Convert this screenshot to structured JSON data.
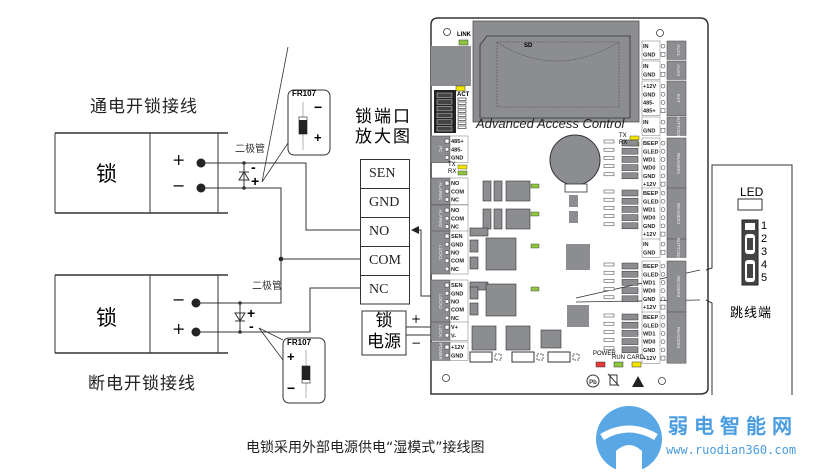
{
  "diagram": {
    "caption": "电锁采用外部电源供电“湿模式”接线图",
    "top_wiring": {
      "title": "通电开锁接线",
      "lock_label": "锁",
      "terminal_plus": "+",
      "terminal_minus": "−",
      "diode_label": "二极管",
      "diode_minus": "-",
      "diode_plus": "+",
      "callout_part": "FR107",
      "callout_minus": "−",
      "callout_plus": "+"
    },
    "bottom_wiring": {
      "title": "断电开锁接线",
      "lock_label": "锁",
      "terminal_minus": "−",
      "terminal_plus": "+",
      "diode_label": "二极管",
      "diode_plus": "+",
      "diode_minus": "-",
      "callout_part": "FR107",
      "callout_plus": "+",
      "callout_minus": "−"
    },
    "port_zoom": {
      "title_line1": "锁端口",
      "title_line2": "放大图",
      "terminals": [
        "SEN",
        "GND",
        "NO",
        "COM",
        "NC"
      ]
    },
    "lock_power": {
      "line1": "锁",
      "line2": "电源",
      "plus": "+",
      "minus": "−"
    },
    "jumper": {
      "led_label": "LED",
      "pins": [
        "1",
        "2",
        "3",
        "4",
        "5"
      ],
      "label": "跳线端"
    },
    "board": {
      "brand_text": "Advanced Access Control",
      "sd_label": "SD",
      "link_label": "LINK",
      "act_label": "ACT",
      "tx_label": "TX",
      "rx_label": "RX",
      "power_led": "POWER",
      "run_led": "RUN",
      "card_led": "CARD",
      "left_blocks": [
        {
          "name": "PC",
          "pins": [
            "485+",
            "485-",
            "GND"
          ]
        },
        {
          "name": "ALARM1",
          "pins": [
            "NO",
            "COM",
            "NC"
          ]
        },
        {
          "name": "ALARM2",
          "pins": [
            "NO",
            "COM",
            "NC"
          ]
        },
        {
          "name": "LOCK1",
          "pins": [
            "SEN",
            "GND",
            "NO",
            "COM",
            "NC"
          ]
        },
        {
          "name": "LOCK2",
          "pins": [
            "SEN",
            "GND",
            "NO",
            "COM",
            "NC"
          ]
        },
        {
          "name": "LOCK",
          "pins": [
            "V+",
            "V-"
          ]
        },
        {
          "name": "POWER",
          "pins": [
            "+12V",
            "GND"
          ]
        }
      ],
      "right_blocks": [
        {
          "name": "AUX1",
          "pins": [
            "IN",
            "GND"
          ]
        },
        {
          "name": "AUX2",
          "pins": [
            "IN",
            "GND"
          ]
        },
        {
          "name": "EXT",
          "pins": [
            "+12V",
            "GND",
            "485-",
            "485+"
          ]
        },
        {
          "name": "BUTTON1",
          "pins": [
            "IN",
            "GND"
          ]
        },
        {
          "name": "READER1",
          "pins": [
            "BEEP",
            "GLED",
            "WD1",
            "WD0",
            "GND",
            "+12V"
          ]
        },
        {
          "name": "READER2",
          "pins": [
            "BEEP",
            "GLED",
            "WD1",
            "WD0",
            "GND",
            "+12V"
          ]
        },
        {
          "name": "BUTTON2",
          "pins": [
            "IN",
            "GND"
          ]
        },
        {
          "name": "READER3",
          "pins": [
            "BEEP",
            "GLED",
            "WD1",
            "WD0",
            "GND",
            "+12V"
          ]
        },
        {
          "name": "READER4",
          "pins": [
            "BEEP",
            "GLED",
            "WD1",
            "WD0",
            "GND",
            "+12V"
          ]
        }
      ]
    },
    "watermark": {
      "brand": "弱电智能网",
      "url": "www.ruodian360.com"
    },
    "colors": {
      "line": "#333333",
      "board_panel": "#8c8d90",
      "led_green": "#8dc63f",
      "led_yellow": "#f2e600",
      "led_red": "#e53935",
      "logo_blue": "#4a9de0"
    }
  }
}
